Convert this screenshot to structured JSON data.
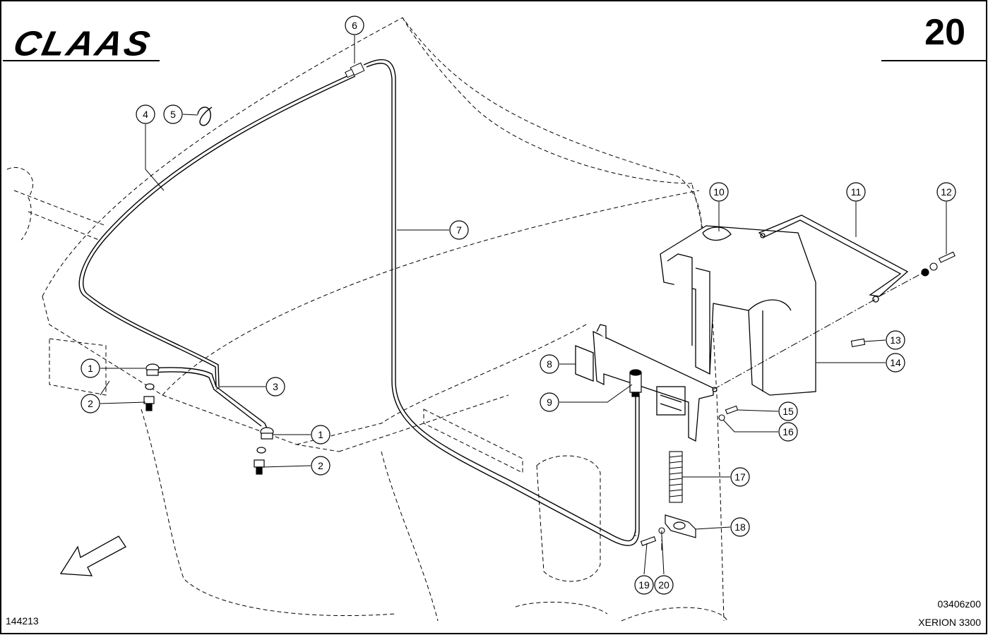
{
  "header": {
    "brand": "CLAAS",
    "page_number": "20"
  },
  "footer": {
    "left_code": "144213",
    "drawing_code": "03406z00",
    "model": "XERION 3300"
  },
  "callouts": [
    {
      "id": "c6",
      "label": "6"
    },
    {
      "id": "c5",
      "label": "5"
    },
    {
      "id": "c4",
      "label": "4"
    },
    {
      "id": "c7",
      "label": "7"
    },
    {
      "id": "c1a",
      "label": "1"
    },
    {
      "id": "c2a",
      "label": "2"
    },
    {
      "id": "c3",
      "label": "3"
    },
    {
      "id": "c1b",
      "label": "1"
    },
    {
      "id": "c2b",
      "label": "2"
    },
    {
      "id": "c10",
      "label": "10"
    },
    {
      "id": "c11",
      "label": "11"
    },
    {
      "id": "c12",
      "label": "12"
    },
    {
      "id": "c13",
      "label": "13"
    },
    {
      "id": "c14",
      "label": "14"
    },
    {
      "id": "c8",
      "label": "8"
    },
    {
      "id": "c9",
      "label": "9"
    },
    {
      "id": "c15",
      "label": "15"
    },
    {
      "id": "c16",
      "label": "16"
    },
    {
      "id": "c17",
      "label": "17"
    },
    {
      "id": "c18",
      "label": "18"
    },
    {
      "id": "c19",
      "label": "19"
    },
    {
      "id": "c20",
      "label": "20"
    }
  ]
}
